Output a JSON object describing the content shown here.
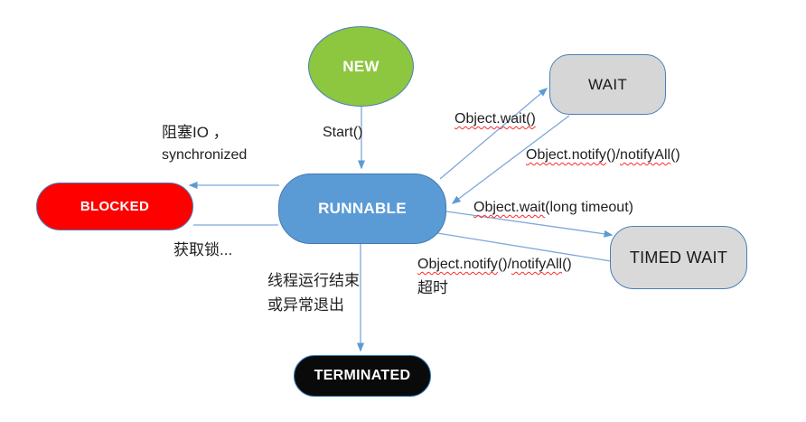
{
  "diagram": {
    "subject": "Java thread state transitions",
    "background": "#ffffff"
  },
  "states": {
    "new": {
      "label": "NEW",
      "fill": "#8dc63f",
      "text_color": "#ffffff"
    },
    "runnable": {
      "label": "RUNNABLE",
      "fill": "#5b9bd5",
      "text_color": "#ffffff"
    },
    "blocked": {
      "label": "BLOCKED",
      "fill": "#fe0000",
      "text_color": "#ffffff"
    },
    "wait": {
      "label": "WAIT",
      "fill": "#d6d6d6",
      "text_color": "#1a1a1a"
    },
    "timed_wait": {
      "label": "TIMED WAIT",
      "fill": "#d9d9d9",
      "text_color": "#1a1a1a"
    },
    "terminated": {
      "label": "TERMINATED",
      "fill": "#0a0a0a",
      "text_color": "#ffffff"
    }
  },
  "edge_labels": {
    "start": "Start()",
    "to_blocked_line1": "阻塞IO ，",
    "to_blocked_line2": "synchronized",
    "from_blocked": "获取锁...",
    "to_wait": {
      "t1": "Object.wait()"
    },
    "from_wait": {
      "t1": "Object.notify",
      "t2": "()/",
      "t3": "notifyAll",
      "t4": "()"
    },
    "to_timed_wait": {
      "t1": "Object.wait",
      "t2": "(long timeout)"
    },
    "from_timed_wait": {
      "t1": "Object.notify",
      "t2": "()/",
      "t3": "notifyAll",
      "t4": "()",
      "line2": "超时"
    },
    "to_terminated_line1": "线程运行结束",
    "to_terminated_line2": "或异常退出"
  },
  "colors": {
    "edge_line": "#7da7d9",
    "arrowhead": "#5b9bd5",
    "node_border": "#4a7ebb",
    "spellcheck_squiggle": "#ff2a2a",
    "label_text": "#1f1f1f"
  }
}
